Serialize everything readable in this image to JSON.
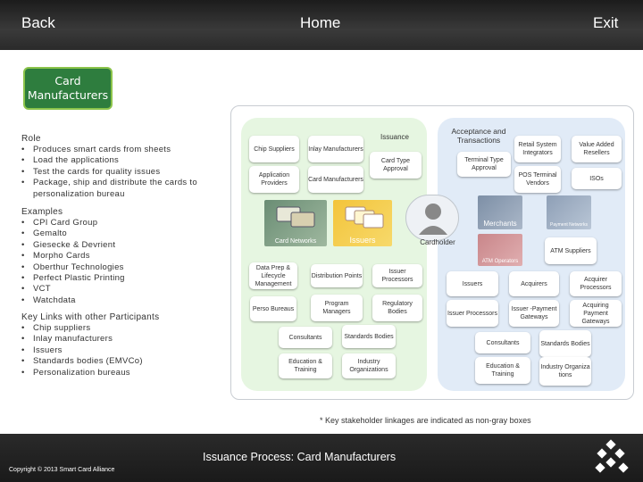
{
  "nav": {
    "back": "Back",
    "home": "Home",
    "exit": "Exit"
  },
  "title_button": {
    "line1": "Card",
    "line2": "Manufacturers"
  },
  "role": {
    "heading": "Role",
    "items": [
      "Produces smart cards from sheets",
      "Load the applications",
      "Test the cards for quality issues",
      "Package, ship and distribute the cards to personalization bureau"
    ]
  },
  "examples": {
    "heading": "Examples",
    "items": [
      "CPI Card Group",
      "Gemalto",
      "Giesecke & Devrient",
      "Morpho Cards",
      "Oberthur Technologies",
      "Perfect Plastic Printing",
      "VCT",
      "Watchdata"
    ]
  },
  "key_links": {
    "heading": "Key Links with other Participants",
    "items": [
      "Chip suppliers",
      "Inlay manufacturers",
      "Issuers",
      "Standards bodies (EMVCo)",
      "Personalization bureaus"
    ]
  },
  "diagram": {
    "issuance_label": "Issuance",
    "acceptance_label": "Acceptance and Transactions",
    "cardholder_label": "Cardholder",
    "issuers_img_label": "Issuers",
    "merchants_img_label": "Merchants",
    "payment_networks_img_label": "Payment Networks",
    "atm_operators_img_label": "ATM Operators",
    "card_networks_img_label": "Card Networks",
    "green_boxes": {
      "chip_suppliers": "Chip Suppliers",
      "inlay_manufacturers": "Inlay Manufacturers",
      "application_providers": "Application Providers",
      "card_manufacturers": "Card Manufacturers",
      "card_type_approval": "Card Type Approval",
      "data_prep": "Data Prep & Lifecycle Management",
      "distribution_points": "Distribution Points",
      "issuer_processors": "Issuer Processors",
      "perso_bureaus": "Perso Bureaus",
      "program_managers": "Program Managers",
      "regulatory_bodies": "Regulatory Bodies",
      "consultants": "Consultants",
      "standards_bodies": "Standards Bodies",
      "education_training": "Education & Training",
      "industry_organizations": "Industry Organizations"
    },
    "blue_boxes": {
      "terminal_type_approval": "Terminal Type Approval",
      "retail_system_integrators": "Retail System Integrators",
      "value_added_resellers": "Value Added Resellers",
      "pos_terminal_vendors": "POS Terminal Vendors",
      "isos": "ISOs",
      "atm_suppliers": "ATM Suppliers",
      "issuers": "Issuers",
      "acquirers": "Acquirers",
      "acquirer_processors": "Acquirer Processors",
      "issuer_processors": "Issuer Processors",
      "issuer_payment_gateways": "Issuer -Payment Gateways",
      "acquiring_payment_gateways": "Acquiring Payment Gateways",
      "consultants": "Consultants",
      "standards_bodies": "Standards Bodies",
      "education_training": "Education & Training",
      "industry_organizations": "Industry Organiza tions"
    }
  },
  "note": "* Key stakeholder linkages are indicated as non-gray boxes",
  "footer": {
    "title": "Issuance Process:  Card Manufacturers",
    "copyright": "Copyright © 2013 Smart Card Alliance"
  },
  "colors": {
    "title_bg": "#2e7d3e",
    "green_panel": "#e6f6e1",
    "blue_panel": "#e1ebf7"
  }
}
